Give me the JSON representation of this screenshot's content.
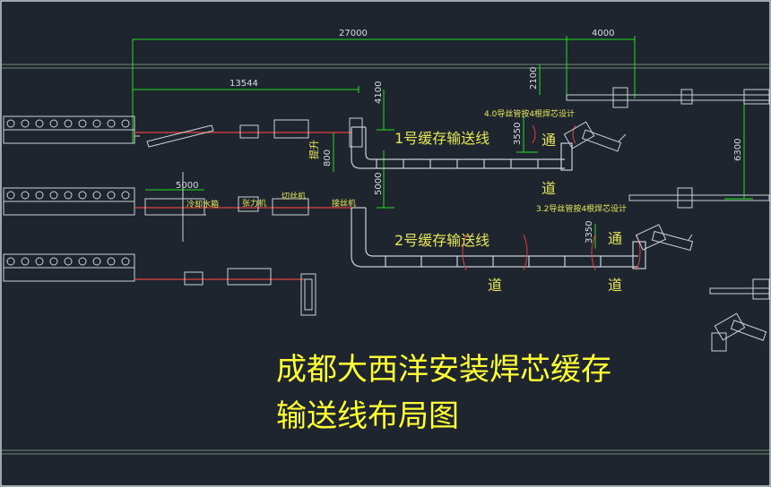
{
  "title": {
    "line1": "成都大西洋安装焊芯缓存",
    "line2": "输送线布局图"
  },
  "dimensions": {
    "total_length": "27000",
    "right_length": "4000",
    "mid_length": "13544",
    "short_span": "5000",
    "vert_4100": "4100",
    "vert_5000": "5000",
    "vert_2100": "2100",
    "vert_3550": "3550",
    "vert_800": "800",
    "vert_6300": "6300",
    "vert_3350": "3350"
  },
  "labels": {
    "line1": "1号缓存输送线",
    "line2": "2号缓存输送线",
    "design_top": "4.0导丝管按4根焊芯设计",
    "design_mid": "3.2导丝管按4根焊芯设计",
    "lift": "提升",
    "cooling_tank": "冷却水箱",
    "tension": "张力机",
    "cutter": "切丝机",
    "receiver": "接丝机",
    "aisle": "通道",
    "aisle_top": "通",
    "aisle_bottom": "道"
  },
  "colors": {
    "background": "#1e252e",
    "frame_line": "#6f8a70",
    "dimension": "#22dd22",
    "dim_text": "#d8dde2",
    "red_line": "#e34040",
    "label": "#e6e65a",
    "title": "#ffff33",
    "equipment": "#c9d2d8"
  }
}
